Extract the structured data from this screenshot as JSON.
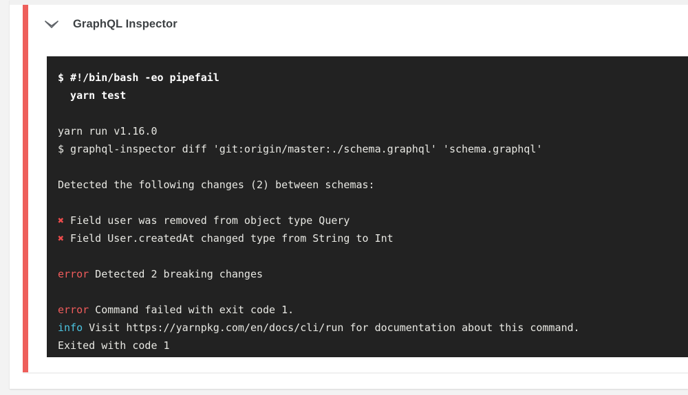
{
  "step": {
    "title": "GraphQL Inspector",
    "collapse_icon": "chevron-down-icon",
    "status_color": "#ee5f5b",
    "status": "failed"
  },
  "console": {
    "background": "#222222",
    "text_color": "#e8e8e3",
    "error_color": "#f05c5c",
    "info_color": "#4cc3e0",
    "x_mark": "✖",
    "lines": [
      {
        "type": "command",
        "text": "$ #!/bin/bash -eo pipefail"
      },
      {
        "type": "command",
        "text": "  yarn test"
      },
      {
        "type": "blank",
        "text": " "
      },
      {
        "type": "plain",
        "text": "yarn run v1.16.0"
      },
      {
        "type": "plain",
        "text": "$ graphql-inspector diff 'git:origin/master:./schema.graphql' 'schema.graphql'"
      },
      {
        "type": "blank",
        "text": " "
      },
      {
        "type": "plain",
        "text": "Detected the following changes (2) between schemas:"
      },
      {
        "type": "blank",
        "text": " "
      },
      {
        "type": "mark-error",
        "mark": "✖",
        "text": " Field user was removed from object type Query"
      },
      {
        "type": "mark-error",
        "mark": "✖",
        "text": " Field User.createdAt changed type from String to Int"
      },
      {
        "type": "blank",
        "text": " "
      },
      {
        "type": "tagged",
        "tag": "error",
        "tag_kind": "error",
        "text": " Detected 2 breaking changes"
      },
      {
        "type": "blank",
        "text": " "
      },
      {
        "type": "tagged",
        "tag": "error",
        "tag_kind": "error",
        "text": " Command failed with exit code 1."
      },
      {
        "type": "tagged",
        "tag": "info",
        "tag_kind": "info",
        "text": " Visit https://yarnpkg.com/en/docs/cli/run for documentation about this command."
      },
      {
        "type": "plain",
        "text": "Exited with code 1"
      }
    ]
  }
}
